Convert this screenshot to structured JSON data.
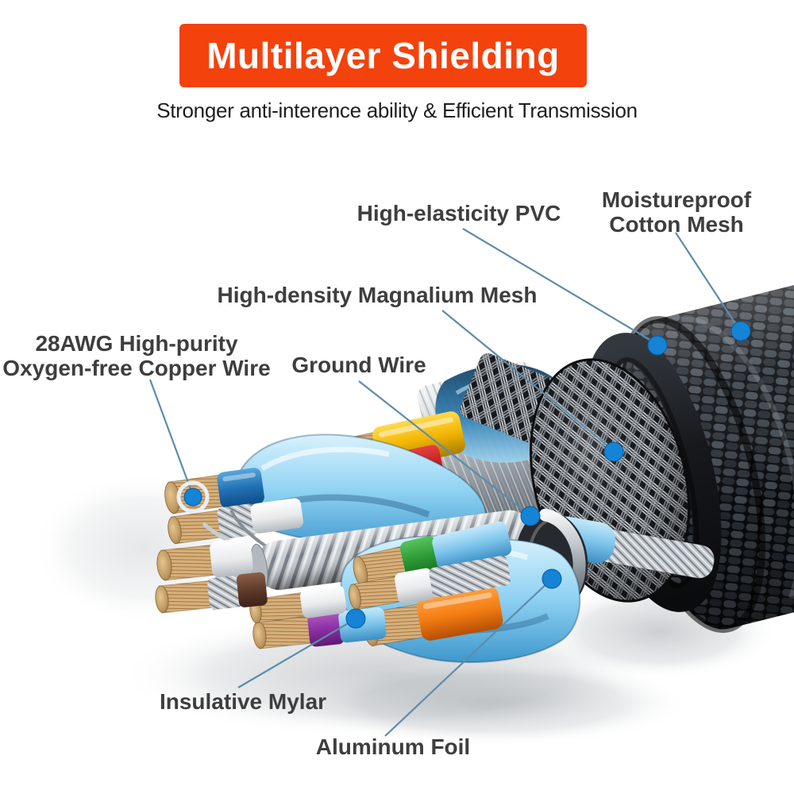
{
  "banner": {
    "title": "Multilayer Shielding"
  },
  "subtitle": "Stronger anti-interence ability & Efficient Transmission",
  "callouts": {
    "pvc": {
      "label": "High-elasticity PVC"
    },
    "cotton": {
      "label": "Moistureproof Cotton Mesh"
    },
    "magnalium": {
      "label": "High-density Magnalium Mesh"
    },
    "copper": {
      "label": "28AWG High-purity Oxygen-free Copper Wire"
    },
    "ground": {
      "label": "Ground Wire"
    },
    "mylar": {
      "label": "Insulative Mylar"
    },
    "aluminum": {
      "label": "Aluminum Foil"
    }
  },
  "colors": {
    "banner_bg": "#f4420d",
    "banner_text": "#ffffff",
    "label_text": "#3e3e3e",
    "callout_line": "#5d8cab",
    "callout_dot": "#1583d6"
  }
}
